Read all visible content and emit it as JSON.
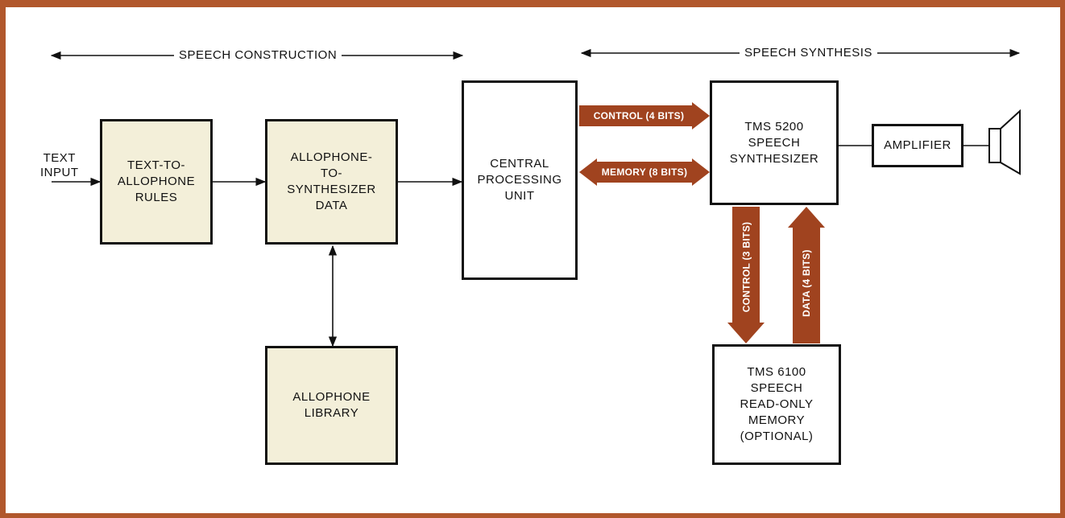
{
  "diagram": {
    "sections": {
      "construction": "SPEECH CONSTRUCTION",
      "synthesis": "SPEECH SYNTHESIS"
    },
    "text_input": "TEXT\nINPUT",
    "blocks": {
      "text_to_allophone": "TEXT-TO-\nALLOPHONE\nRULES",
      "allophone_to_synth": "ALLOPHONE-\nTO-\nSYNTHESIZER\nDATA",
      "allophone_library": "ALLOPHONE\nLIBRARY",
      "cpu": "CENTRAL\nPROCESSING\nUNIT",
      "synthesizer": "TMS 5200\nSPEECH\nSYNTHESIZER",
      "amplifier": "AMPLIFIER",
      "rom": "TMS 6100\nSPEECH\nREAD-ONLY\nMEMORY\n(OPTIONAL)"
    },
    "buses": {
      "control_cpu": "CONTROL (4 BITS)",
      "memory_cpu": "MEMORY (8 BITS)",
      "control_rom": "CONTROL (3 BITS)",
      "data_rom": "DATA (4 BITS)"
    },
    "colors": {
      "border": "#b1572c",
      "bus": "#a0431f",
      "tan_box": "#f3efd9"
    },
    "icons": [
      "speaker-icon"
    ]
  }
}
